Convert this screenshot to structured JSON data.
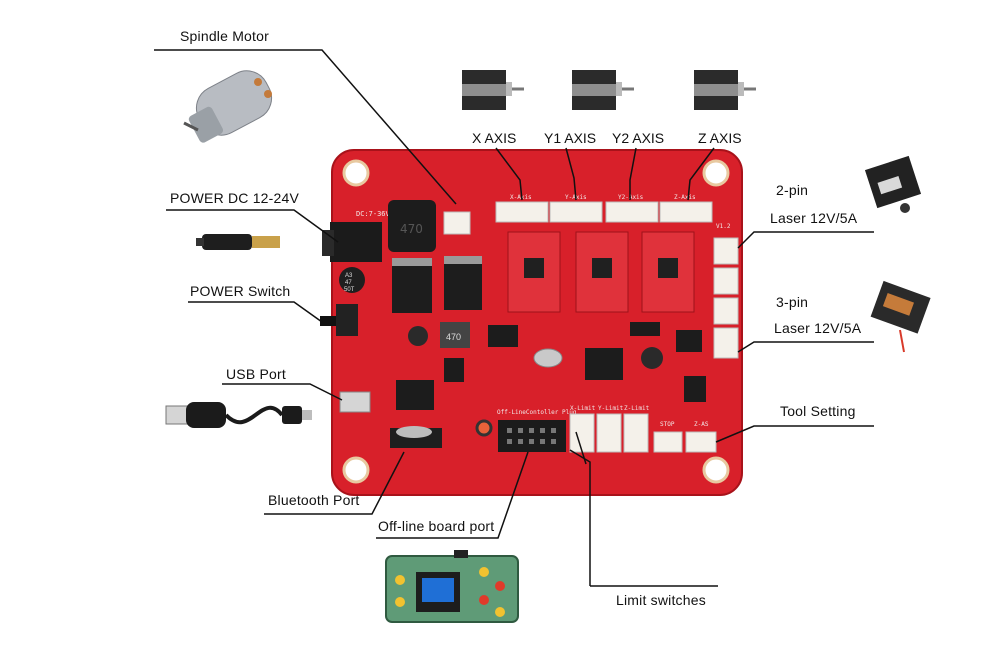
{
  "labels": {
    "spindle_motor": "Spindle  Motor",
    "power_dc": "POWER  DC  12-24V",
    "power_switch": "POWER  Switch",
    "usb_port": "USB  Port",
    "bluetooth_port": "Bluetooth  Port",
    "offline_board_port": "Off-line board port",
    "limit_switches": "Limit  switches",
    "x_axis": "X AXIS",
    "y1_axis": "Y1 AXIS",
    "y2_axis": "Y2 AXIS",
    "z_axis": "Z AXIS",
    "two_pin": "2-pin",
    "laser_2pin": "Laser  12V/5A",
    "three_pin": "3-pin",
    "laser_3pin": "Laser  12V/5A",
    "tool_setting": "Tool Setting"
  },
  "silkscreen": {
    "dc_input": "DC:7-36V",
    "x_conn": "X-Axis",
    "y_conn": "Y-Axis",
    "y2_conn": "Y2-Axis",
    "z_conn": "Z-Axis",
    "version": "V1.2",
    "offline_header": "Off-LineContoller Plug",
    "x_limit": "X-Limit",
    "y_limit": "Y-Limit",
    "z_limit": "Z-Limit",
    "stop": "STOP",
    "z_tool": "Z-AS",
    "inductor": "470",
    "cap_marking": "A3\n47\n50T",
    "inductor_big": "470"
  },
  "colors": {
    "pcb": "#d8202a",
    "pcb_dark": "#b5151e",
    "connector": "#f4f1ea",
    "driver_board": "#e0323b"
  }
}
